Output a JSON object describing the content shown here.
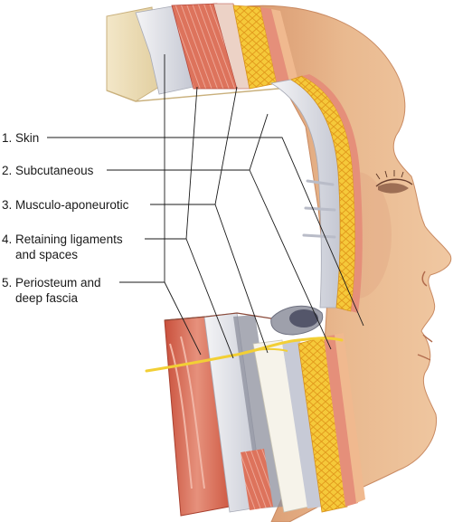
{
  "diagram": {
    "labels": [
      {
        "id": "skin",
        "line1": "1. Skin",
        "line2": ""
      },
      {
        "id": "subcutaneous",
        "line1": "2. Subcutaneous",
        "line2": ""
      },
      {
        "id": "musculo-aponeurotic",
        "line1": "3. Musculo-aponeurotic",
        "line2": ""
      },
      {
        "id": "retaining-ligaments",
        "line1": "4. Retaining ligaments",
        "line2": "and spaces"
      },
      {
        "id": "periosteum",
        "line1": "5. Periosteum and",
        "line2": "deep fascia"
      }
    ],
    "colors": {
      "skin_tone": "#e9b98f",
      "skin_shadow": "#d89a70",
      "dermis": "#e58f7a",
      "fat": "#f4c534",
      "fat_cells": "#e8a21e",
      "muscle": "#d4604a",
      "muscle_light": "#e89a86",
      "fascia": "#d8dae3",
      "bone": "#efe1bf",
      "nerve": "#f2cf35",
      "leader": "#1a1a1a"
    }
  }
}
